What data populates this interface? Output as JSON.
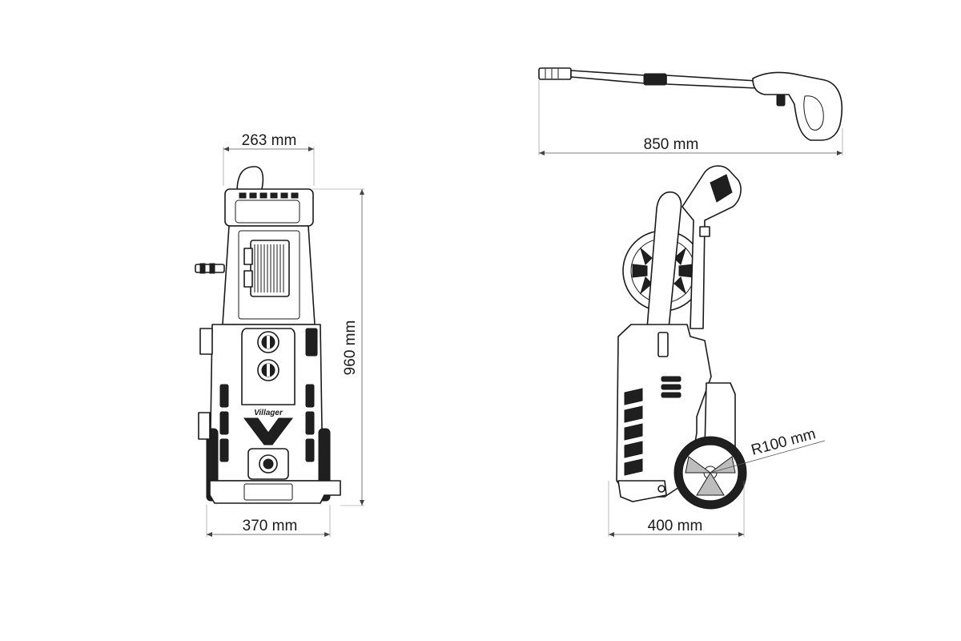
{
  "dimensions": {
    "front_top_width": "263 mm",
    "front_height": "960 mm",
    "front_base_width": "370 mm",
    "lance_length": "850 mm",
    "side_base_depth": "400 mm",
    "wheel_radius": "R100 mm"
  },
  "logo": "Villager",
  "colors": {
    "line": "#1a1a1a",
    "dimension": "#555555",
    "fill_dark": "#1f1f1f"
  }
}
